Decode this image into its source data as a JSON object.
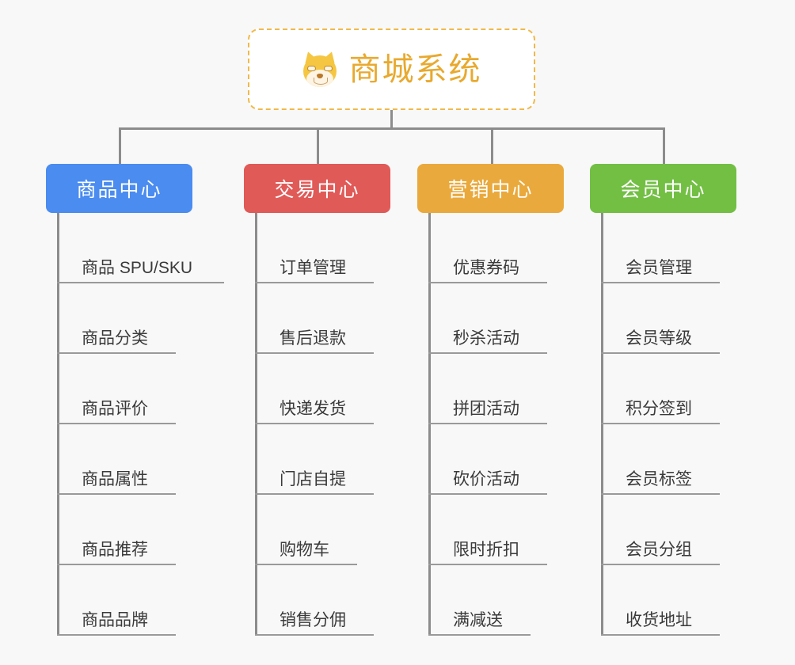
{
  "root": {
    "title": "商城系统",
    "icon": "shiba-inu-dog-face-emoji",
    "border_color": "#f0b948",
    "text_color": "#e8a92e"
  },
  "canvas": {
    "background_color": "#f8f8f8",
    "line_color": "#8c8c8c"
  },
  "branches": [
    {
      "label": "商品中心",
      "color": "#4a8cf0",
      "leaves": [
        "商品 SPU/SKU",
        "商品分类",
        "商品评价",
        "商品属性",
        "商品推荐",
        "商品品牌"
      ]
    },
    {
      "label": "交易中心",
      "color": "#e05a58",
      "leaves": [
        "订单管理",
        "售后退款",
        "快递发货",
        "门店自提",
        "购物车",
        "销售分佣"
      ]
    },
    {
      "label": "营销中心",
      "color": "#eaa93c",
      "leaves": [
        "优惠券码",
        "秒杀活动",
        "拼团活动",
        "砍价活动",
        "限时折扣",
        "满减送"
      ]
    },
    {
      "label": "会员中心",
      "color": "#72bf44",
      "leaves": [
        "会员管理",
        "会员等级",
        "积分签到",
        "会员标签",
        "会员分组",
        "收货地址"
      ]
    }
  ]
}
